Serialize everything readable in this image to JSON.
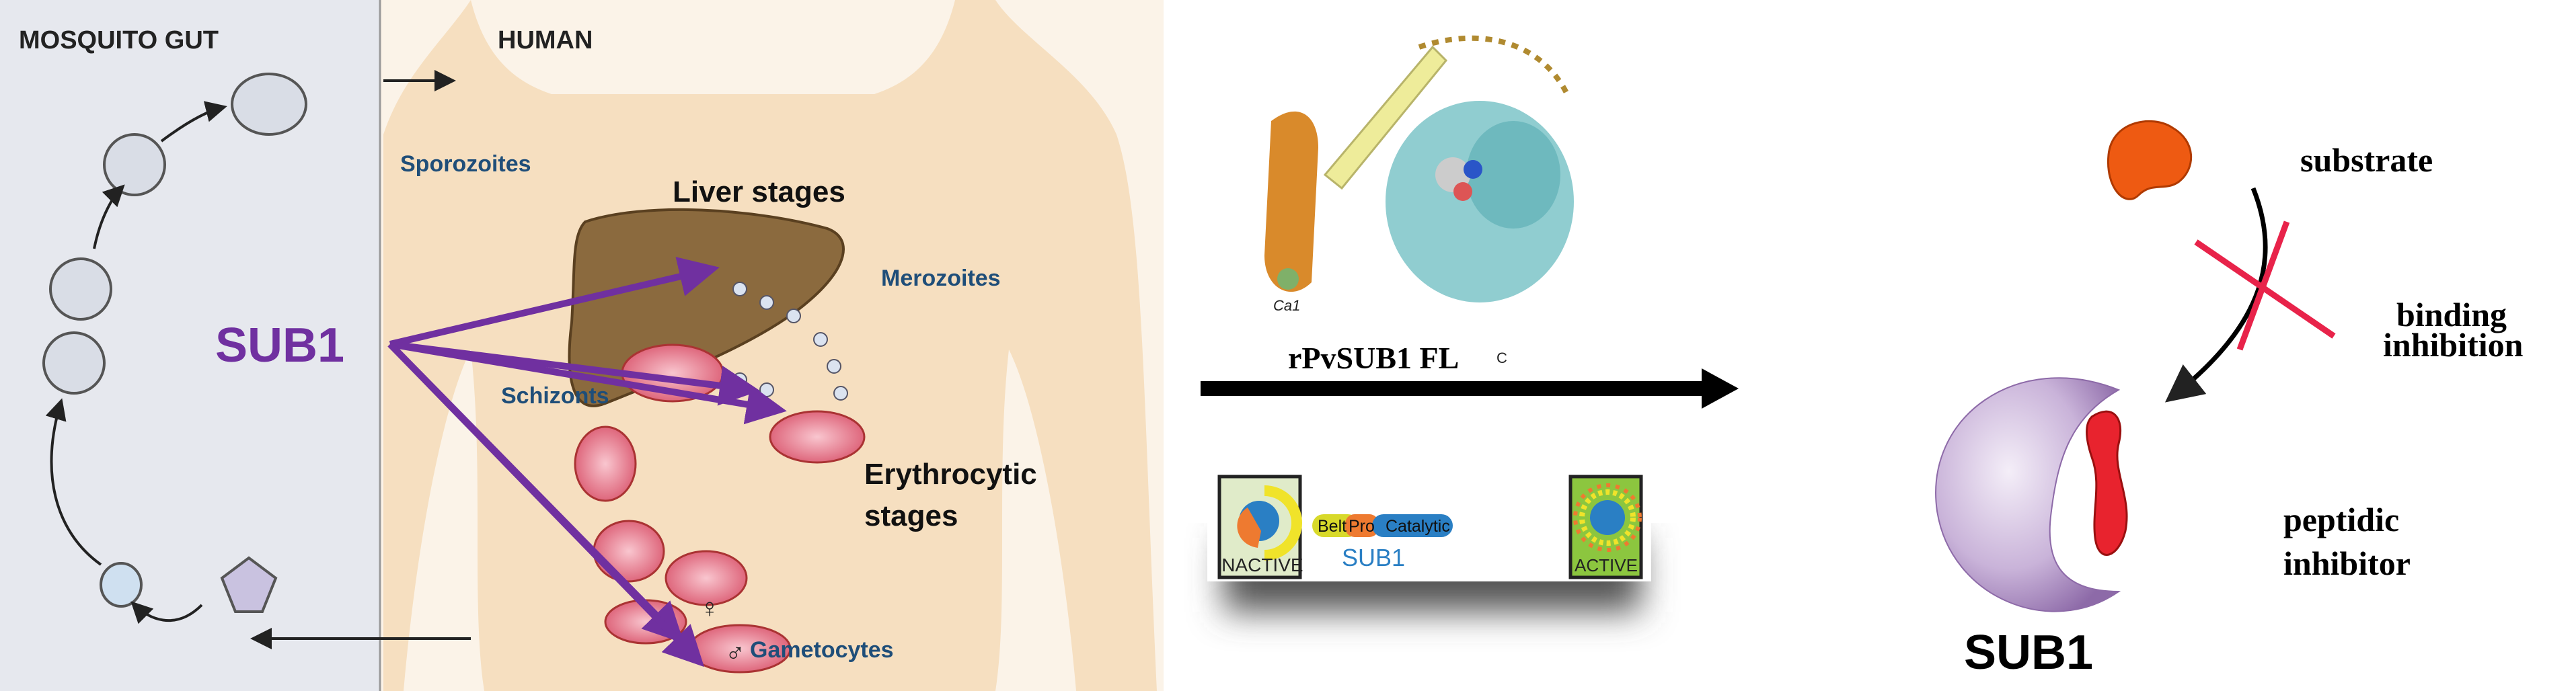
{
  "lifecycle": {
    "mosquito_label": "MOSQUITO GUT",
    "human_label": "HUMAN",
    "sporozoites": "Sporozoites",
    "liver_stages": "Liver stages",
    "merozoites": "Merozoites",
    "sub1": "SUB1",
    "schizonts": "Schizonts",
    "erythrocytic_1": "Erythrocytic",
    "erythrocytic_2": "stages",
    "gametocytes": "Gametocytes",
    "female_symbol": "♀",
    "male_symbol": "♂"
  },
  "structure": {
    "label": "rPvSUB1 FL",
    "ca_label": "Ca1",
    "c_label": "C"
  },
  "domains": {
    "inactive": "INACTIVE",
    "active": "ACTIVE",
    "belt": "Belt",
    "pro": "Pro",
    "catalytic": "Catalytic",
    "name": "SUB1"
  },
  "mechanism": {
    "substrate": "substrate",
    "binding": "binding",
    "inhibition": "inhibition",
    "peptidic": "peptidic",
    "inhibitor": "inhibitor",
    "enzyme": "SUB1"
  },
  "colors": {
    "purple": "#7030a0",
    "blue_label": "#1f4e79",
    "liver": "#8b6a3e",
    "skin": "#f6dfc0"
  }
}
